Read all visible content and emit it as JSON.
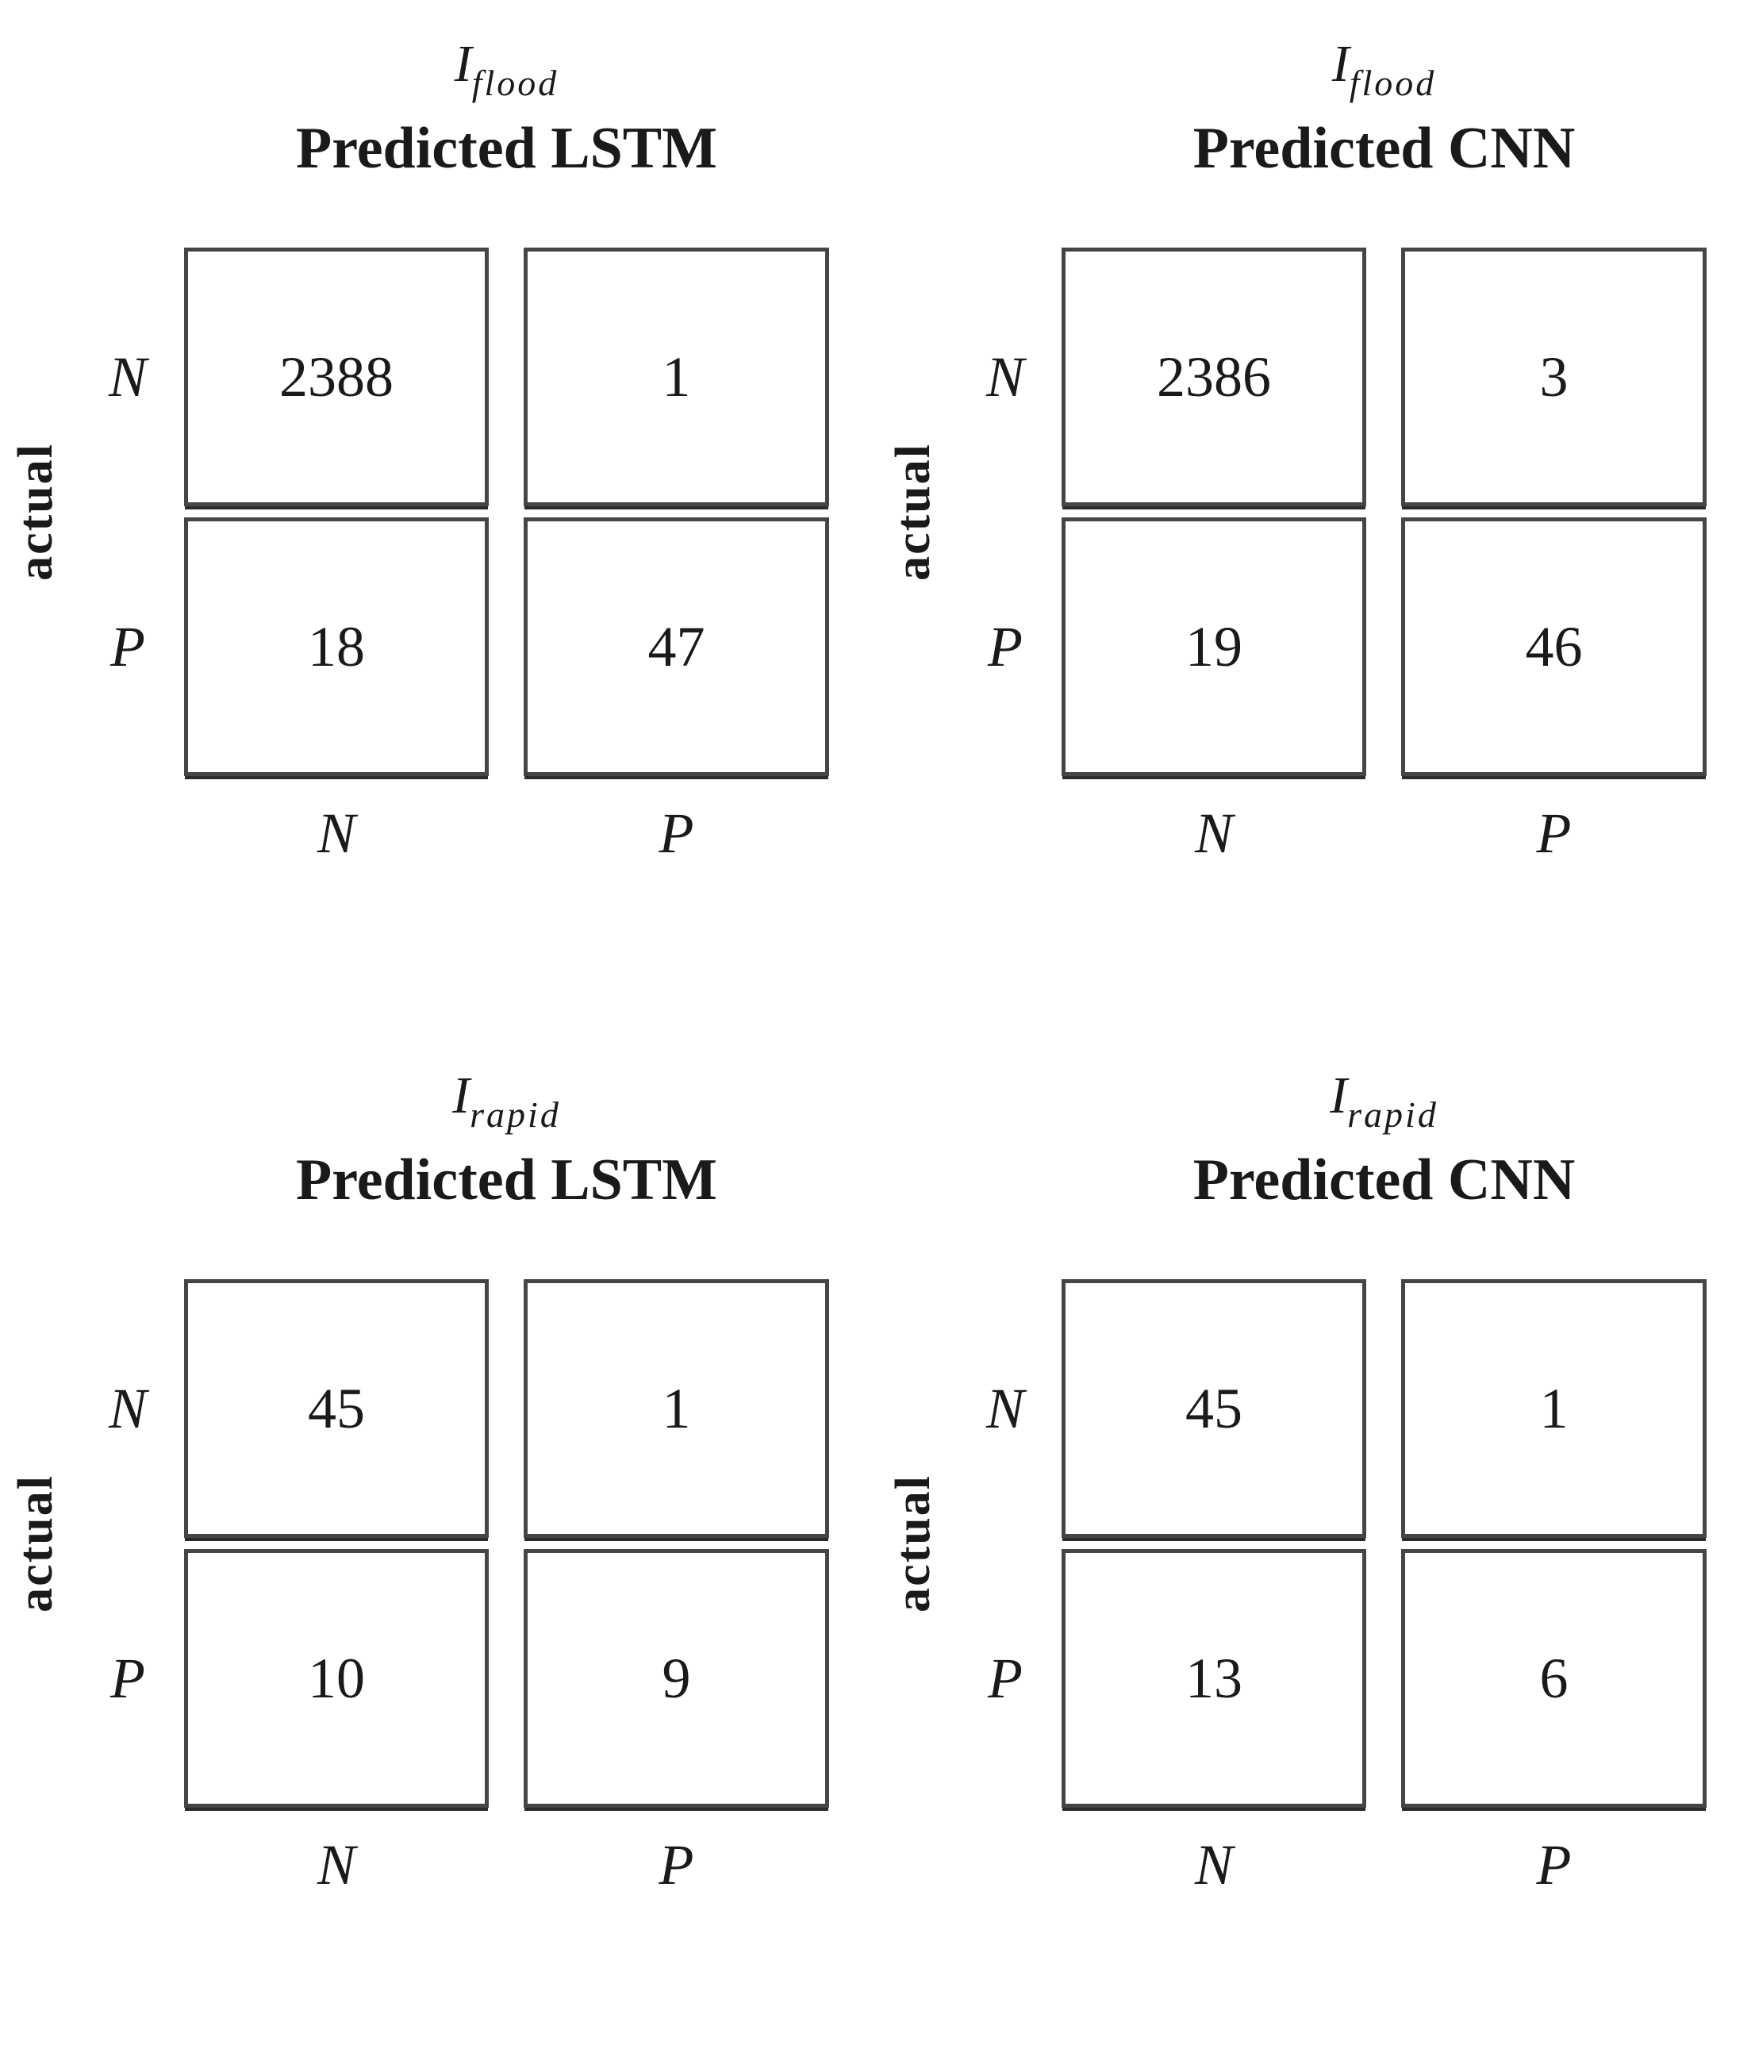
{
  "figure": {
    "background": "#ffffff",
    "text_color": "#1a1a1a",
    "box_border_color": "#454545",
    "box_shadow_color": "#2b2b2b"
  },
  "panels": [
    {
      "dataset_symbol": "I",
      "dataset_subscript": "flood",
      "predicted_title": "Predicted LSTM",
      "actual_label": "actual",
      "row_labels": [
        "N",
        "P"
      ],
      "col_labels": [
        "N",
        "P"
      ],
      "cells": [
        [
          "2388",
          "1"
        ],
        [
          "18",
          "47"
        ]
      ]
    },
    {
      "dataset_symbol": "I",
      "dataset_subscript": "flood",
      "predicted_title": "Predicted CNN",
      "actual_label": "actual",
      "row_labels": [
        "N",
        "P"
      ],
      "col_labels": [
        "N",
        "P"
      ],
      "cells": [
        [
          "2386",
          "3"
        ],
        [
          "19",
          "46"
        ]
      ]
    },
    {
      "dataset_symbol": "I",
      "dataset_subscript": "rapid",
      "predicted_title": "Predicted LSTM",
      "actual_label": "actual",
      "row_labels": [
        "N",
        "P"
      ],
      "col_labels": [
        "N",
        "P"
      ],
      "cells": [
        [
          "45",
          "1"
        ],
        [
          "10",
          "9"
        ]
      ]
    },
    {
      "dataset_symbol": "I",
      "dataset_subscript": "rapid",
      "predicted_title": "Predicted CNN",
      "actual_label": "actual",
      "row_labels": [
        "N",
        "P"
      ],
      "col_labels": [
        "N",
        "P"
      ],
      "cells": [
        [
          "45",
          "1"
        ],
        [
          "13",
          "6"
        ]
      ]
    }
  ],
  "chart_data": [
    {
      "type": "table",
      "subtype": "confusion-matrix",
      "title": "I_flood — Predicted LSTM",
      "dataset": "I_flood",
      "model": "LSTM",
      "row_axis_label": "actual",
      "col_axis_label": "Predicted LSTM",
      "rows": [
        "N",
        "P"
      ],
      "cols": [
        "N",
        "P"
      ],
      "values": [
        [
          2388,
          1
        ],
        [
          18,
          47
        ]
      ]
    },
    {
      "type": "table",
      "subtype": "confusion-matrix",
      "title": "I_flood — Predicted CNN",
      "dataset": "I_flood",
      "model": "CNN",
      "row_axis_label": "actual",
      "col_axis_label": "Predicted CNN",
      "rows": [
        "N",
        "P"
      ],
      "cols": [
        "N",
        "P"
      ],
      "values": [
        [
          2386,
          3
        ],
        [
          19,
          46
        ]
      ]
    },
    {
      "type": "table",
      "subtype": "confusion-matrix",
      "title": "I_rapid — Predicted LSTM",
      "dataset": "I_rapid",
      "model": "LSTM",
      "row_axis_label": "actual",
      "col_axis_label": "Predicted LSTM",
      "rows": [
        "N",
        "P"
      ],
      "cols": [
        "N",
        "P"
      ],
      "values": [
        [
          45,
          1
        ],
        [
          10,
          9
        ]
      ]
    },
    {
      "type": "table",
      "subtype": "confusion-matrix",
      "title": "I_rapid — Predicted CNN",
      "dataset": "I_rapid",
      "model": "CNN",
      "row_axis_label": "actual",
      "col_axis_label": "Predicted CNN",
      "rows": [
        "N",
        "P"
      ],
      "cols": [
        "N",
        "P"
      ],
      "values": [
        [
          45,
          1
        ],
        [
          13,
          6
        ]
      ]
    }
  ]
}
